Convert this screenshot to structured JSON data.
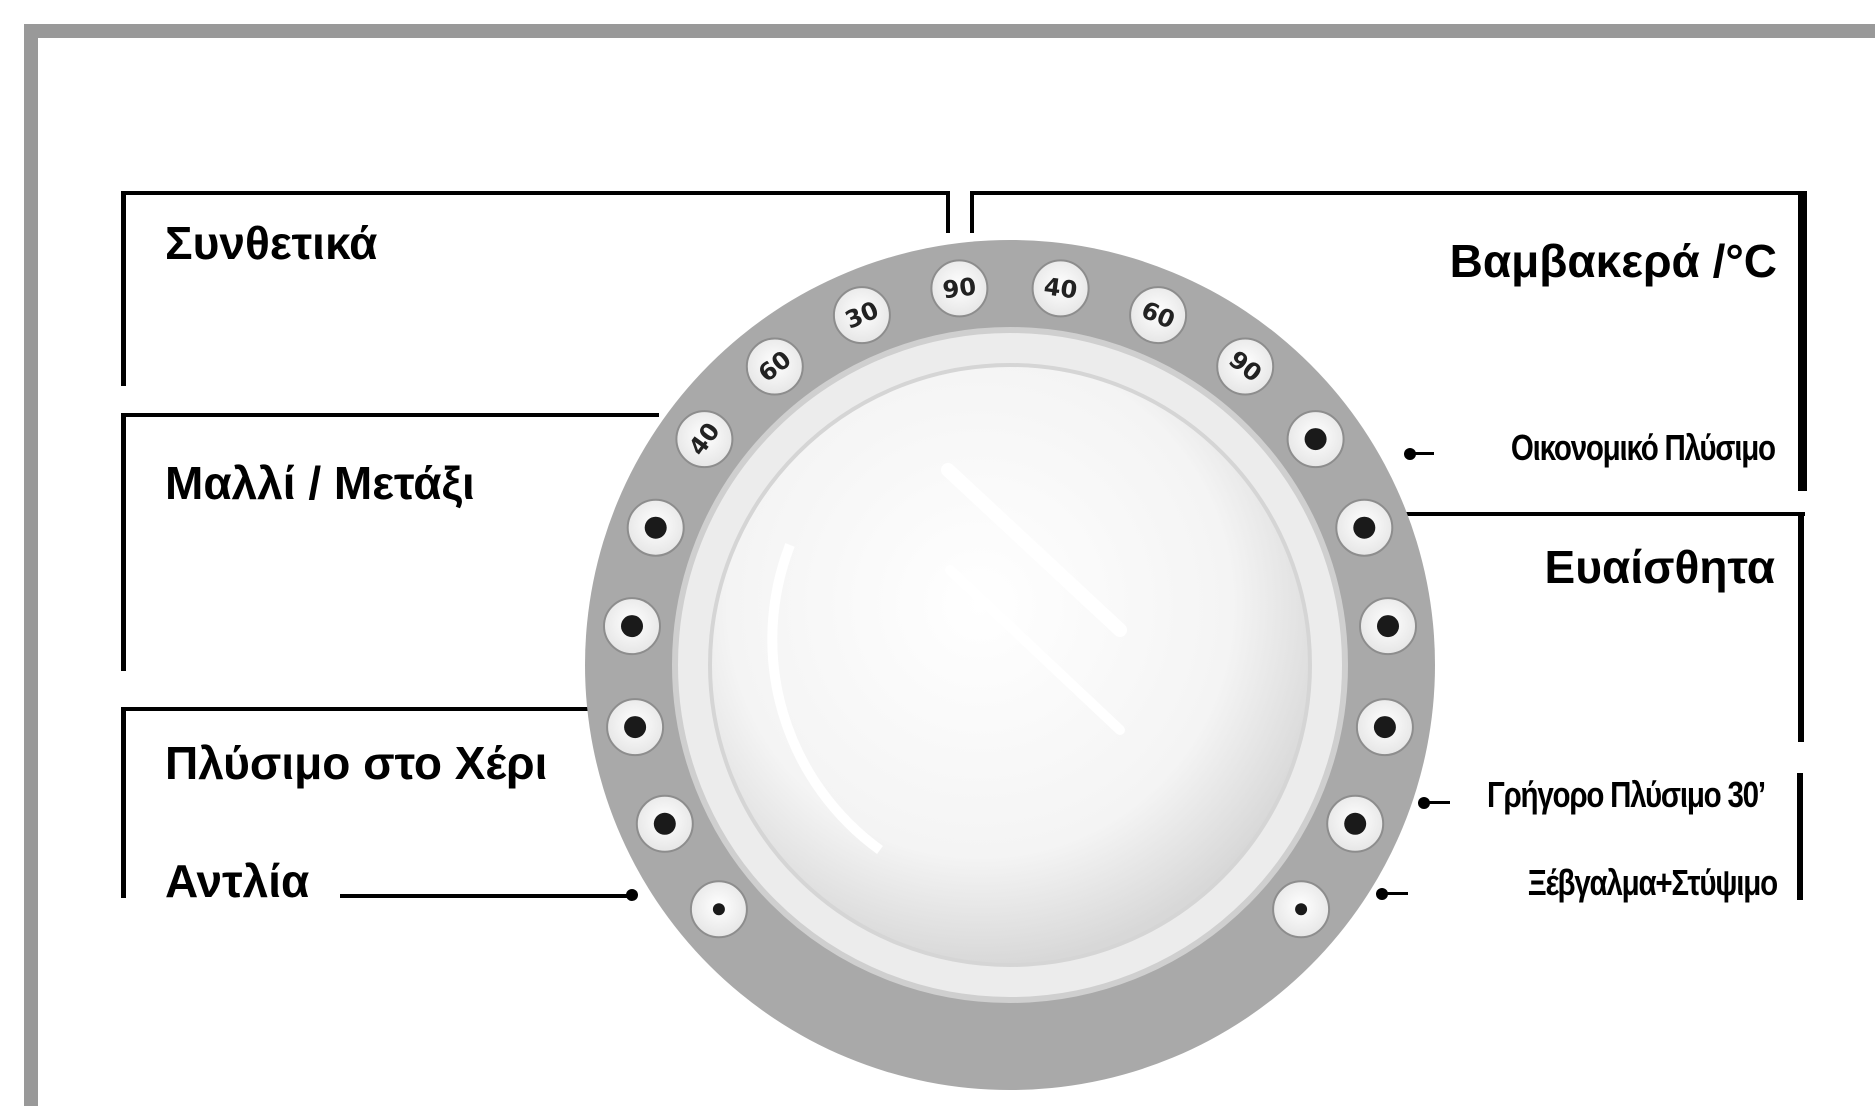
{
  "labels": {
    "synthetics": "Συνθετικά",
    "wool_silk": "Μαλλί / Μετάξι",
    "hand_wash": "Πλύσιμο στο Χέρι",
    "pump": "Αντλία",
    "cottons": "Βαμβακερά /°C",
    "eco_wash": "Οικονομικό Πλύσιμο",
    "delicates": "Ευαίσθητα",
    "quick_wash": "Γρήγορο Πλύσιμο 30’",
    "rinse_spin": "Ξέβγαλμα+Στύψιμο"
  },
  "dial": {
    "top_ticks": [
      "40",
      "60",
      "30",
      "90",
      "40",
      "60",
      "90"
    ]
  }
}
